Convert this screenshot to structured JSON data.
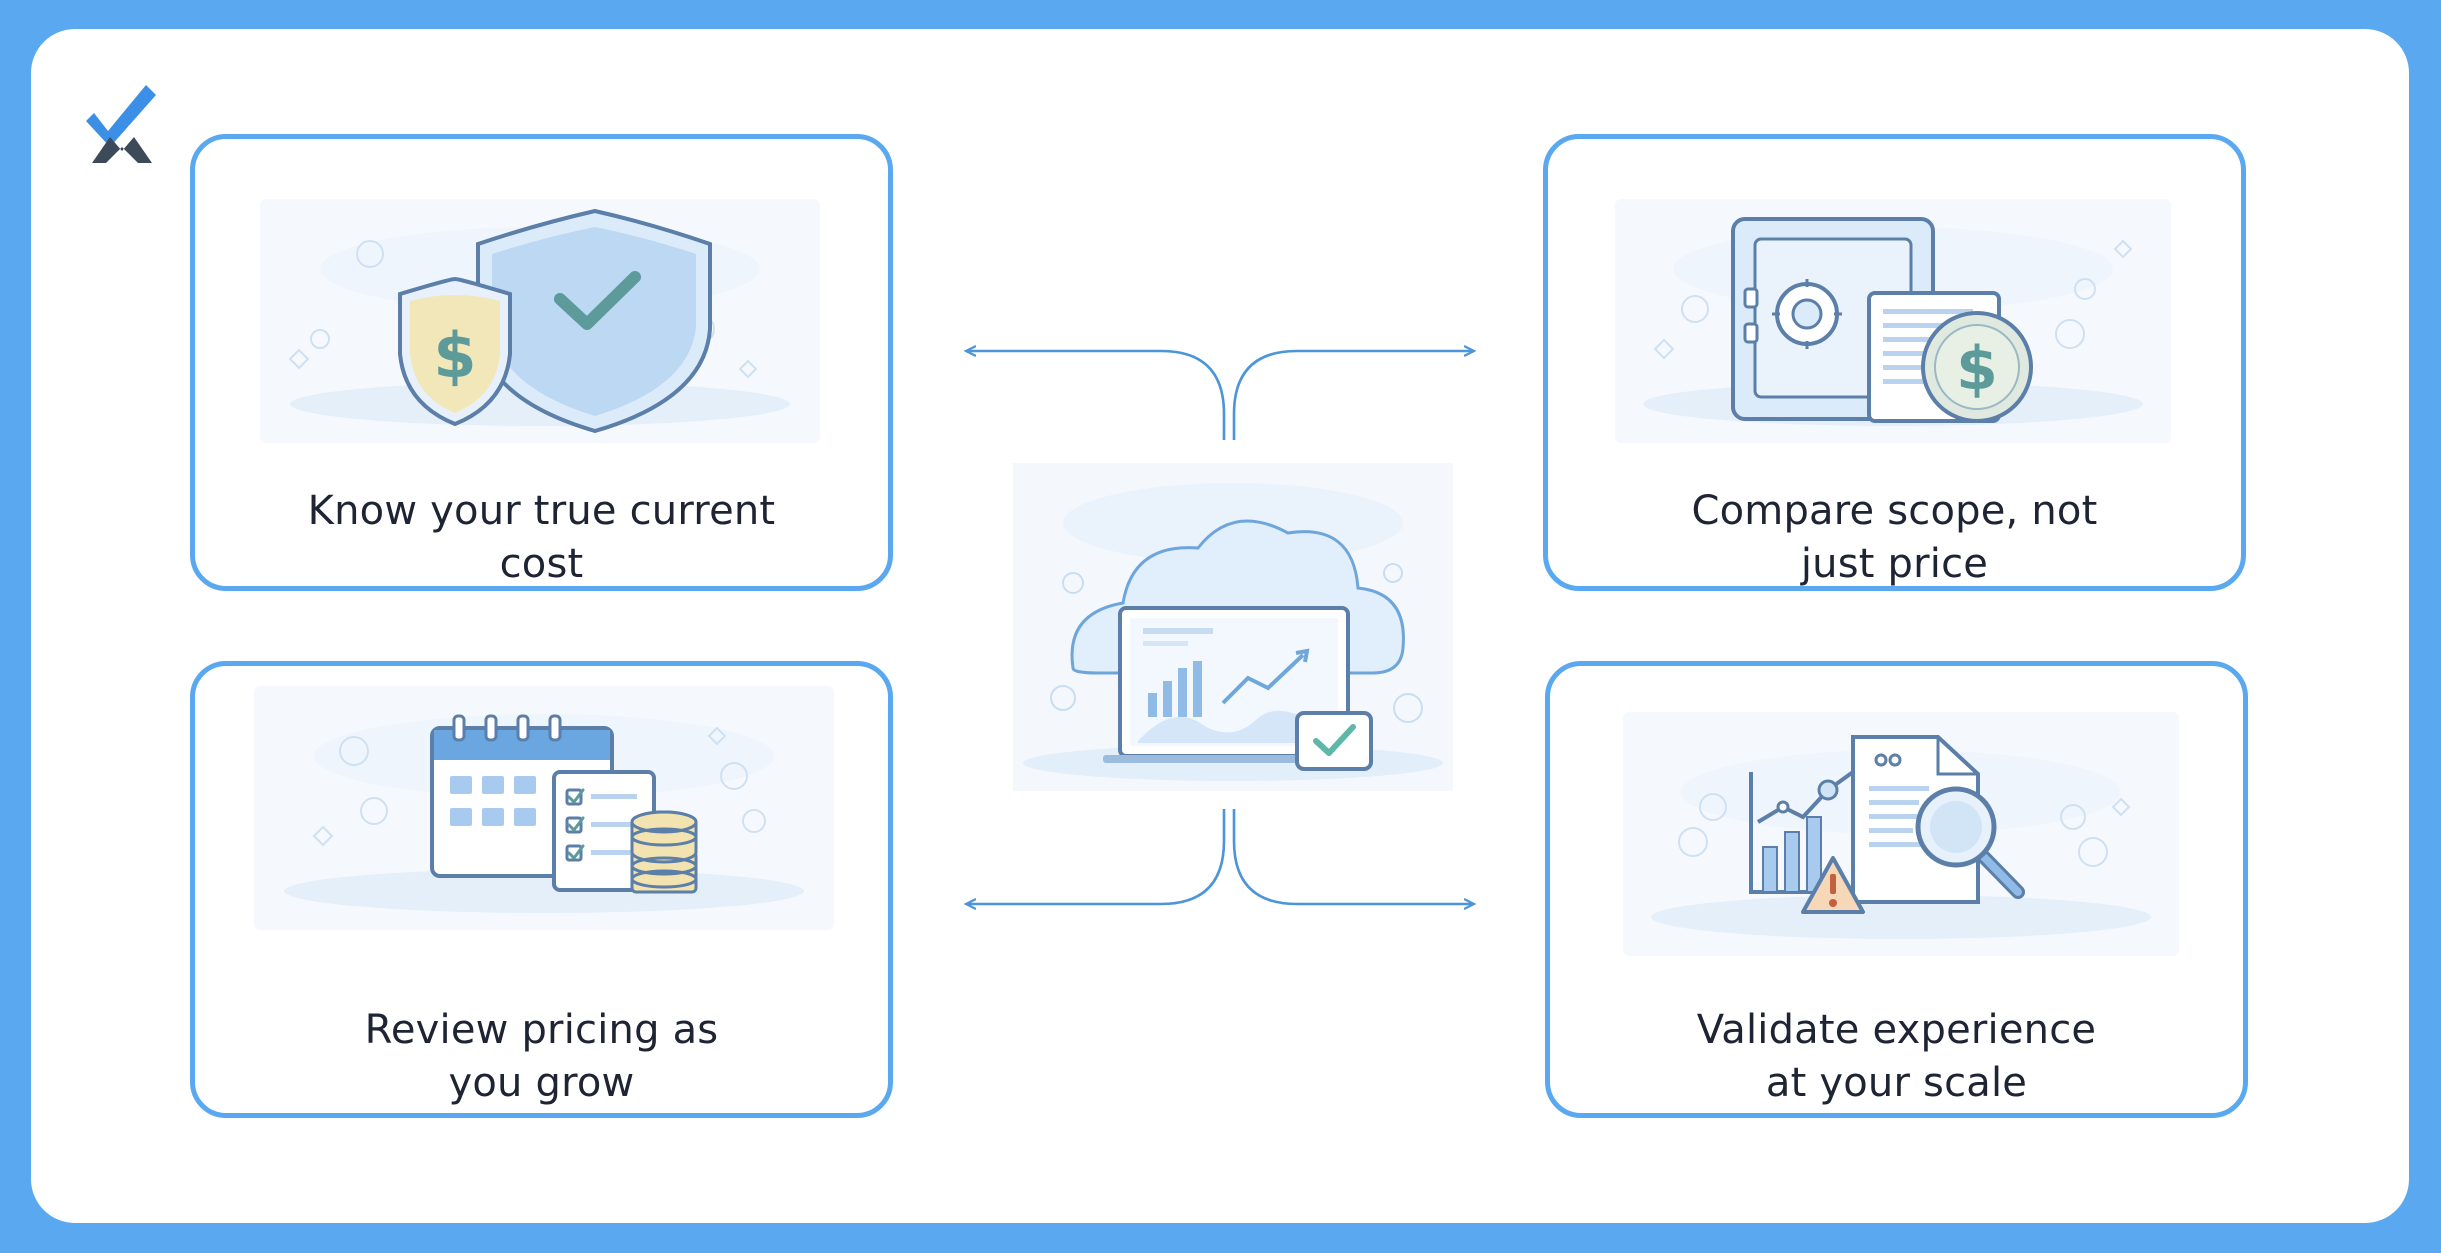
{
  "cards": {
    "top_left": {
      "line1": "Know your true current",
      "line2": "cost",
      "icon": "shield-dollar-icon"
    },
    "top_right": {
      "line1": "Compare scope, not",
      "line2": "just price",
      "icon": "safe-coin-icon"
    },
    "bottom_left": {
      "line1": "Review pricing as",
      "line2": "you grow",
      "icon": "calendar-checklist-icon"
    },
    "bottom_right": {
      "line1": "Validate experience",
      "line2": "at your scale",
      "icon": "chart-magnifier-warning-icon"
    }
  },
  "hub": {
    "icon": "cloud-dashboard-icon"
  },
  "colors": {
    "frame": "#5aa9f0",
    "card_border": "#5aa9f0",
    "connector": "#4b95d8",
    "text": "#1e2433"
  }
}
